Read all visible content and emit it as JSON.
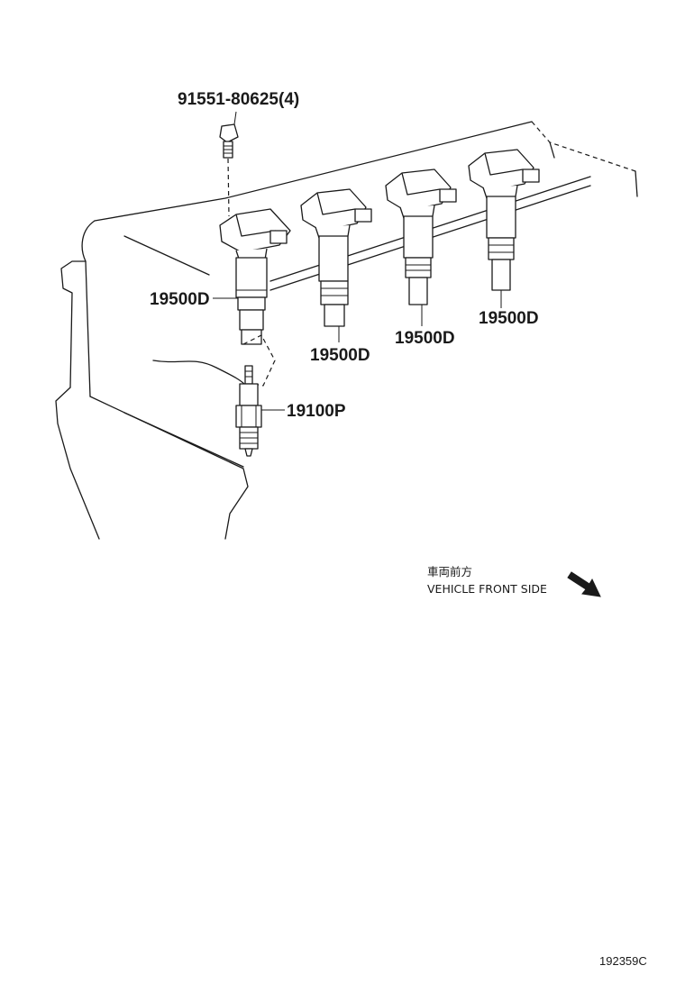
{
  "parts": {
    "bolt": "91551-80625(4)",
    "coil_1": "19500D",
    "coil_2": "19500D",
    "coil_3": "19500D",
    "coil_4": "19500D",
    "spark_plug": "19100P"
  },
  "direction_note": {
    "japanese": "車両前方",
    "english": "VEHICLE FRONT SIDE"
  },
  "illustration_id": "192359C"
}
